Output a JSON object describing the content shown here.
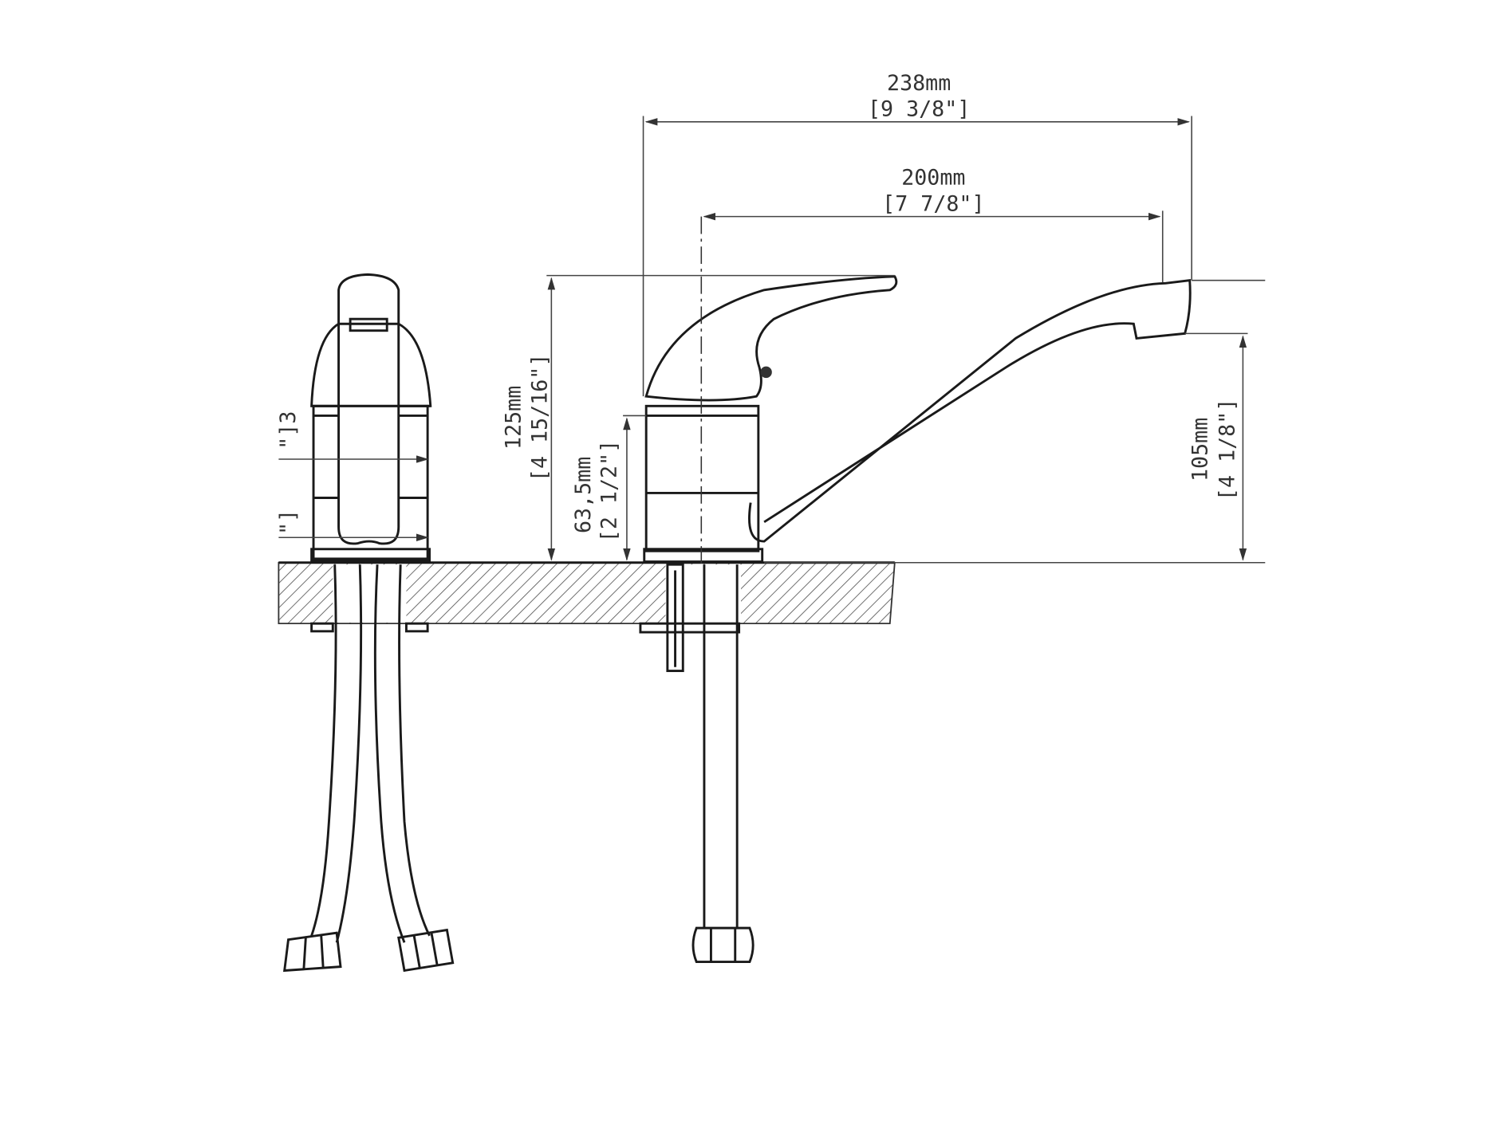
{
  "drawing": {
    "dimensions": {
      "overall_length": {
        "mm": "238mm",
        "inch": "[9 3/8\"]"
      },
      "spout_reach": {
        "mm": "200mm",
        "inch": "[7 7/8\"]"
      },
      "total_height": {
        "mm": "125mm",
        "inch": "[4 15/16\"]"
      },
      "body_height": {
        "mm": "63,5mm",
        "inch": "[2 1/2\"]"
      },
      "spout_height": {
        "mm": "105mm",
        "inch": "[4 1/8\"]"
      }
    },
    "cropped_labels": {
      "upper": "\"]3",
      "lower": "\"]"
    }
  }
}
